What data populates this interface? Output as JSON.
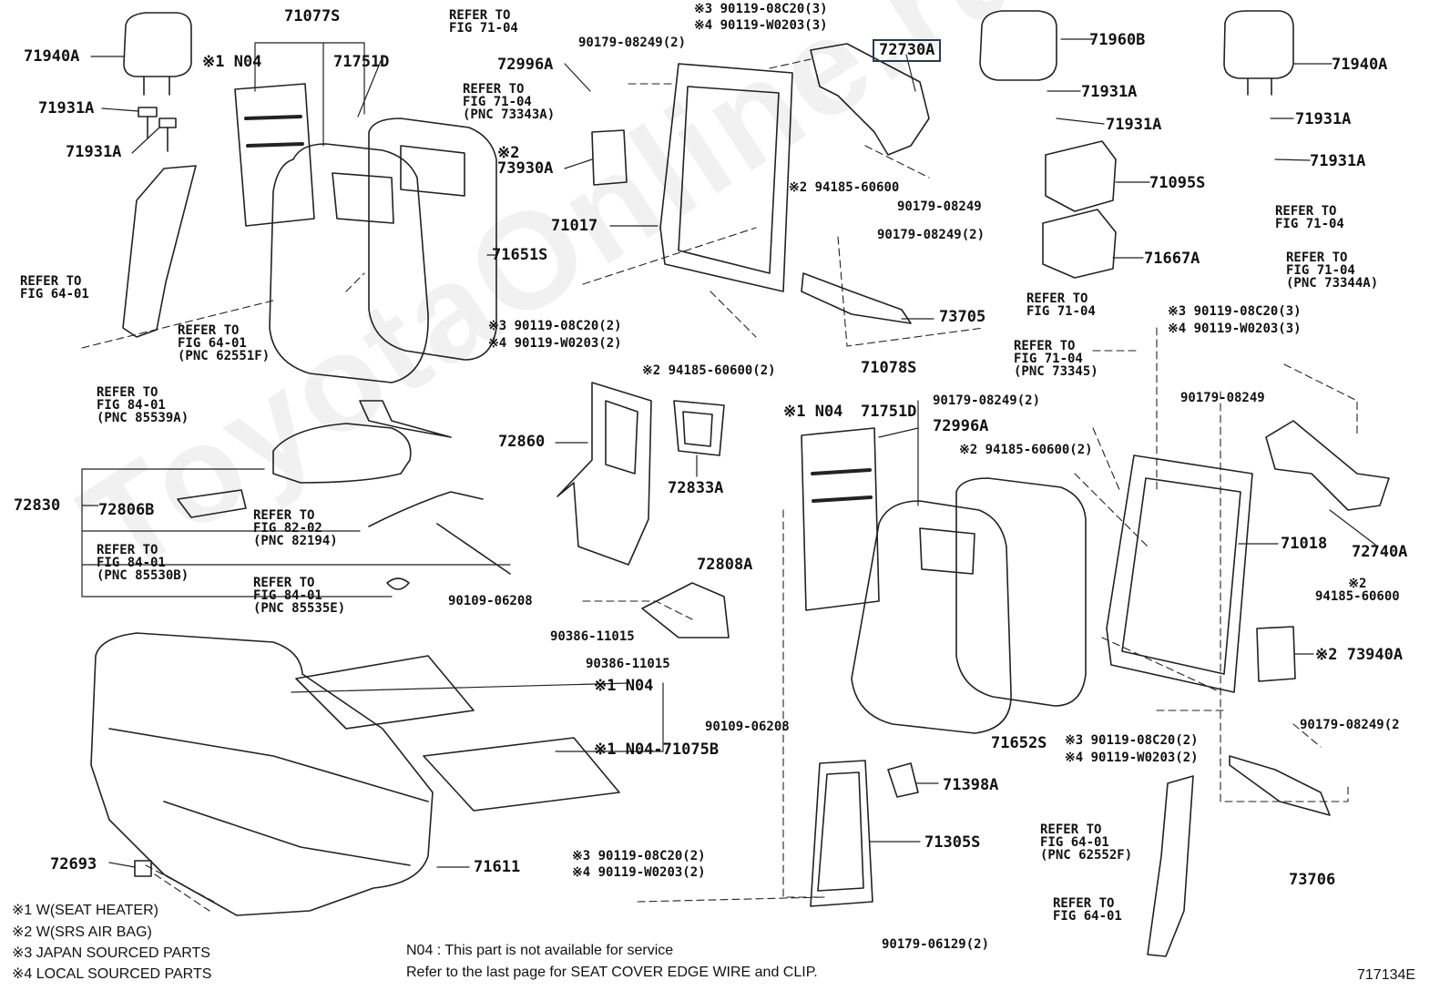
{
  "watermark": "ToyotaOnline.ru",
  "highlight": {
    "pnc": "72730A",
    "border_color": "#2a3a4a"
  },
  "labels": {
    "p71940A_l": "71940A",
    "p71931A_l1": "71931A",
    "p71931A_l2": "71931A",
    "p71077S": "71077S",
    "n1_n04_a": "※1 N04",
    "p71751D_a": "71751D",
    "ref_64_01_a": "REFER TO\nFIG 64-01",
    "ref_64_01_b": "REFER TO\nFIG 64-01\n(PNC 62551F)",
    "ref_71_04_a": "REFER TO\nFIG 71-04",
    "ref_71_04_b": "REFER TO\nFIG 71-04\n(PNC 73343A)",
    "p90179_08249_2a": "90179-08249(2)",
    "p72996A_a": "72996A",
    "n3_08c20_3a": "※3 90119-08C20(3)",
    "n4_w0203_3a": "※4 90119-W0203(3)",
    "p72730A": "72730A",
    "n2_73930A": "※2\n73930A",
    "p71017": "71017",
    "n2_94185_a": "※2 94185-60600",
    "p90179_08249_a": "90179-08249",
    "p71651S": "71651S",
    "p90179_08249_2b": "90179-08249(2)",
    "p73705": "73705",
    "n3_08c20_2a": "※3 90119-08C20(2)",
    "n4_w0203_2a": "※4 90119-W0203(2)",
    "n2_94185_2a": "※2 94185-60600(2)",
    "p71960B": "71960B",
    "p71931A_c1": "71931A",
    "p71931A_c2": "71931A",
    "p71095S": "71095S",
    "p71667A": "71667A",
    "p71940A_r": "71940A",
    "p71931A_r1": "71931A",
    "p71931A_r2": "71931A",
    "ref_71_04_c": "REFER TO\nFIG 71-04",
    "ref_71_04_d": "REFER TO\nFIG 71-04\n(PNC 73344A)",
    "ref_71_04_e": "REFER TO\nFIG 71-04",
    "n3_08c20_3b": "※3 90119-08C20(3)",
    "n4_w0203_3b": "※4 90119-W0203(3)",
    "ref_71_04_f": "REFER TO\nFIG 71-04\n(PNC 73345)",
    "p90179_08249_r": "90179-08249",
    "p71078S": "71078S",
    "n1_n04_b": "※1 N04",
    "p71751D_b": "71751D",
    "p90179_08249_2c": "90179-08249(2)",
    "p72996A_b": "72996A",
    "n2_94185_2b": "※2 94185-60600(2)",
    "p71018": "71018",
    "p72740A": "72740A",
    "n2_94185_r": "※2\n94185-60600",
    "n2_73940A": "※2 73940A",
    "p90179_08249_2d": "90179-08249(2",
    "p71652S": "71652S",
    "n3_08c20_2b": "※3 90119-08C20(2)",
    "n4_w0203_2b": "※4 90119-W0203(2)",
    "ref_64_01_c": "REFER TO\nFIG 64-01\n(PNC 62552F)",
    "ref_64_01_d": "REFER TO\nFIG 64-01",
    "p73706": "73706",
    "ref_84_01_a": "REFER TO\nFIG 84-01\n(PNC 85539A)",
    "p72830": "72830",
    "p72806B": "72806B",
    "ref_82_02": "REFER TO\nFIG 82-02\n(PNC 82194)",
    "ref_84_01_b": "REFER TO\nFIG 84-01\n(PNC 85530B)",
    "ref_84_01_c": "REFER TO\nFIG 84-01\n(PNC 85535E)",
    "p72860": "72860",
    "p72833A": "72833A",
    "p72808A": "72808A",
    "p90109_06208_a": "90109-06208",
    "p90386_11015_a": "90386-11015",
    "p90386_11015_b": "90386-11015",
    "n1_n04_c": "※1 N04",
    "p90109_06208_b": "90109-06208",
    "n1_n04_71075B": "※1 N04-71075B",
    "p71398A": "71398A",
    "p71305S": "71305S",
    "n3_08c20_2c": "※3 90119-08C20(2)",
    "n4_w0203_2c": "※4 90119-W0203(2)",
    "p90179_06129": "90179-06129(2)",
    "p72693": "72693",
    "p71611": "71611"
  },
  "legend": [
    "※1 W(SEAT HEATER)",
    "※2 W(SRS AIR BAG)",
    "※3 JAPAN SOURCED PARTS",
    "※4 LOCAL SOURCED PARTS"
  ],
  "footnotes": {
    "n04": "N04 : This part is not available for service",
    "edge": "Refer to the last page for SEAT COVER EDGE WIRE and CLIP."
  },
  "figure_code": "717134E"
}
